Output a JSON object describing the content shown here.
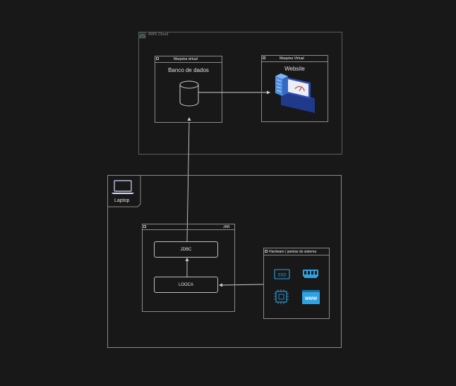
{
  "aws": {
    "label": "AWS Cloud"
  },
  "vm_db": {
    "title": "Maquina virtual",
    "label": "Banco de dados"
  },
  "vm_web": {
    "title": "Maquina Virtual",
    "label": "Website"
  },
  "laptop": {
    "label": "Laptop"
  },
  "jar": {
    "title": "JAR",
    "jdbc": "JDBC",
    "looca": "LOOCA"
  },
  "hardware": {
    "title": "Hardware | janelas do sistema",
    "ssd_text": "SSD",
    "www_text": "WWW"
  },
  "colors": {
    "background": "#181818",
    "icon_blue": "#2ea3e3",
    "server_blue": "#3b72c9"
  }
}
